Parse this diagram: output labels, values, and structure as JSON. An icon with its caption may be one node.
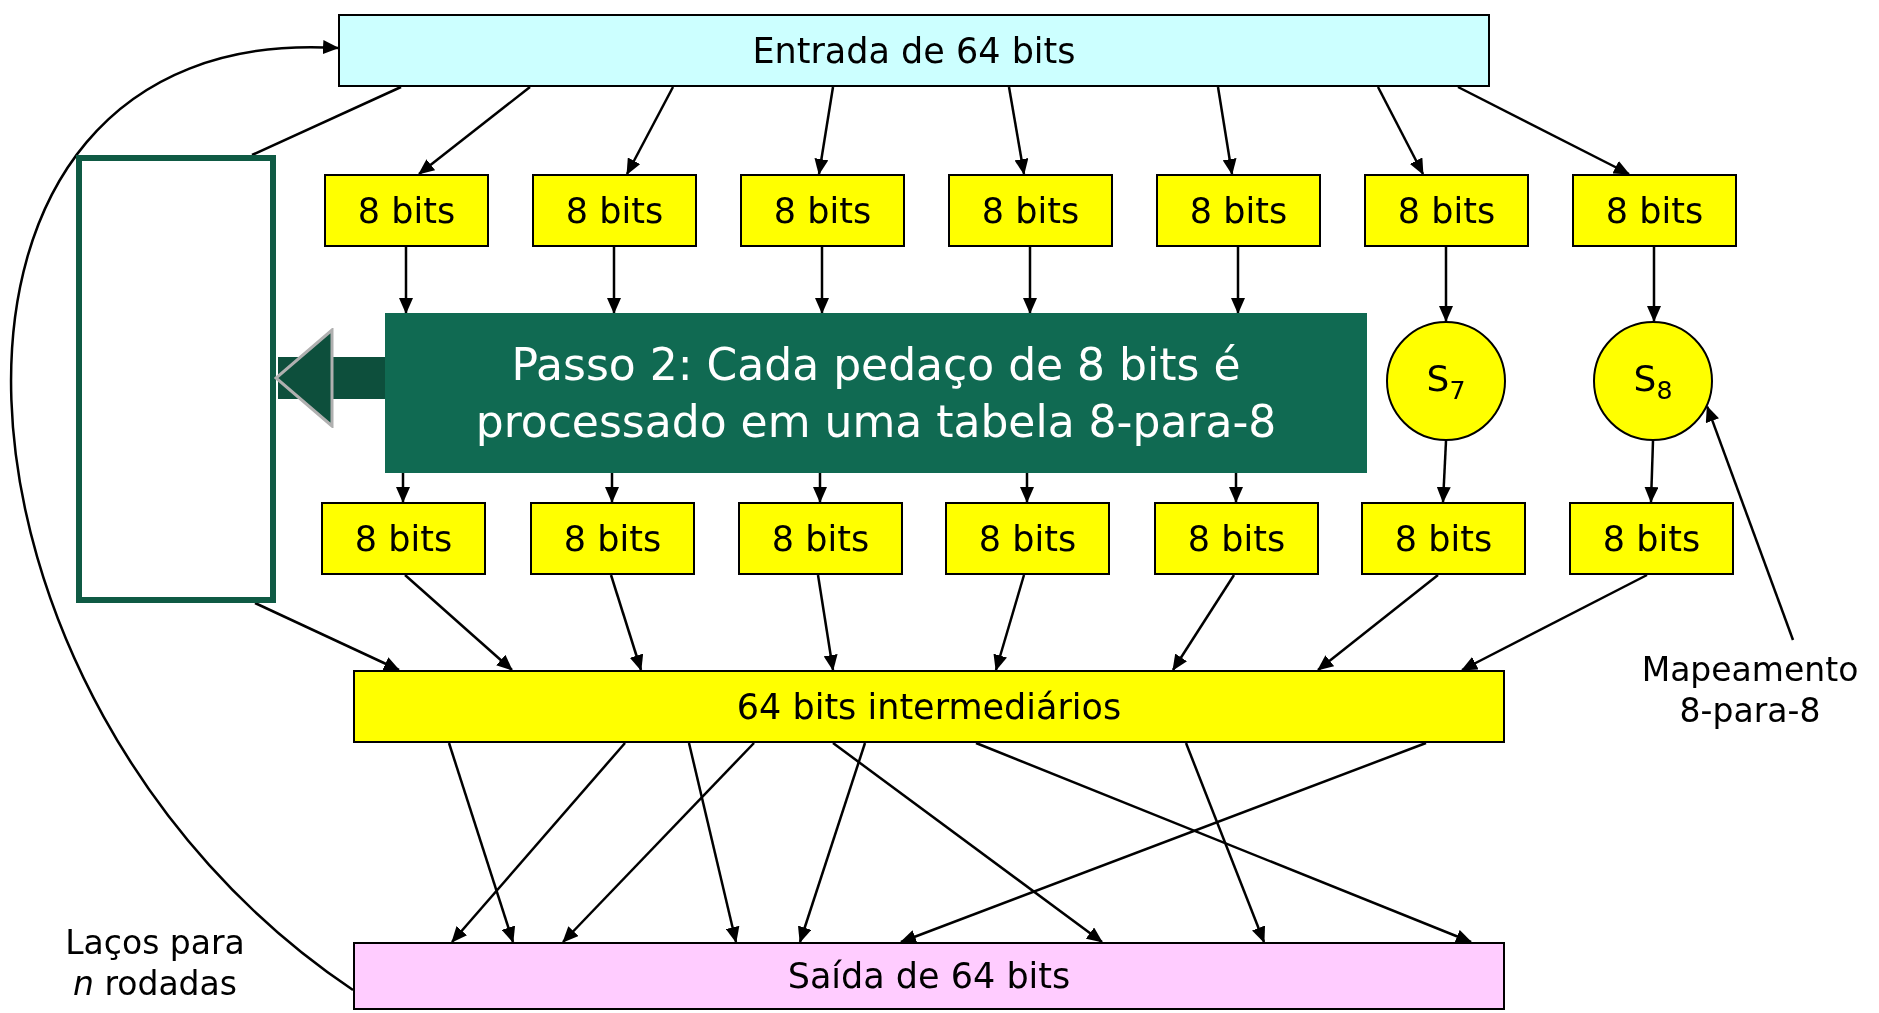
{
  "diagram": {
    "nodes": [
      {
        "text": [
          "Entrada de 64 bits"
        ]
      },
      {
        "text": [],
        "shape": "box"
      },
      {
        "text": [
          "8 bits"
        ]
      },
      {
        "text": [
          "8 bits"
        ]
      },
      {
        "text": [
          "8 bits"
        ]
      },
      {
        "text": [
          "8 bits"
        ]
      },
      {
        "text": [
          "8 bits"
        ]
      },
      {
        "text": [
          "8 bits"
        ]
      },
      {
        "text": [
          "8 bits"
        ]
      },
      {
        "text": [
          "Passo 2: Cada pedaço de 8 bits é processado em uma tabela 8-para-8"
        ]
      },
      {
        "text": [
          "S$_{7}$"
        ]
      },
      {
        "text": [
          "S$_{8}$"
        ]
      },
      {
        "text": [
          "8 bits"
        ]
      },
      {
        "text": [
          "8 bits"
        ]
      },
      {
        "text": [
          "8 bits"
        ]
      },
      {
        "text": [
          "8 bits"
        ]
      },
      {
        "text": [
          "8 bits"
        ]
      },
      {
        "text": [
          "8 bits"
        ]
      },
      {
        "text": [
          "8 bits"
        ]
      },
      {
        "text": [
          "Mapeamento 8-para-8"
        ]
      },
      {
        "text": [
          "64 bits intermediários"
        ]
      },
      {
        "text": [
          "Saída de 64 bits"
        ]
      }
    ],
    "edges": [
      {
        "from": 0,
        "to": 1,
        "arrow": "none"
      },
      {
        "from": 0,
        "to": 2,
        "arrow": "to"
      },
      {
        "from": 0,
        "to": 3,
        "arrow": "to"
      },
      {
        "from": 0,
        "to": 4,
        "arrow": "to"
      },
      {
        "from": 0,
        "to": 5,
        "arrow": "to"
      },
      {
        "from": 0,
        "to": 6,
        "arrow": "to"
      },
      {
        "from": 0,
        "to": 7,
        "arrow": "to"
      },
      {
        "from": 0,
        "to": 8,
        "arrow": "to"
      },
      {
        "from": 2,
        "to": 9,
        "arrow": "to"
      },
      {
        "from": 3,
        "to": 9,
        "arrow": "to"
      },
      {
        "from": 4,
        "to": 9,
        "arrow": "to"
      },
      {
        "from": 5,
        "to": 9,
        "arrow": "to"
      },
      {
        "from": 6,
        "to": 9,
        "arrow": "to"
      },
      {
        "from": 7,
        "to": 10,
        "arrow": "to"
      },
      {
        "from": 8,
        "to": 11,
        "arrow": "to"
      },
      {
        "from": 9,
        "to": 12,
        "arrow": "to"
      },
      {
        "from": 9,
        "to": 13,
        "arrow": "to"
      },
      {
        "from": 9,
        "to": 14,
        "arrow": "to"
      },
      {
        "from": 9,
        "to": 15,
        "arrow": "to"
      },
      {
        "from": 9,
        "to": 16,
        "arrow": "to"
      },
      {
        "from": 10,
        "to": 17,
        "arrow": "to"
      },
      {
        "from": 11,
        "to": 18,
        "arrow": "to"
      },
      {
        "from": 1,
        "to": 20,
        "arrow": "to"
      },
      {
        "from": 12,
        "to": 20,
        "arrow": "to"
      },
      {
        "from": 13,
        "to": 20,
        "arrow": "to"
      },
      {
        "from": 14,
        "to": 20,
        "arrow": "to"
      },
      {
        "from": 15,
        "to": 20,
        "arrow": "to"
      },
      {
        "from": 16,
        "to": 20,
        "arrow": "to"
      },
      {
        "from": 17,
        "to": 20,
        "arrow": "to"
      },
      {
        "from": 18,
        "to": 20,
        "arrow": "to"
      },
      {
        "from": 20,
        "to": 21,
        "arrow": "to"
      },
      {
        "from": 20,
        "to": 21,
        "arrow": "to"
      },
      {
        "from": 20,
        "to": 21,
        "arrow": "to"
      },
      {
        "from": 20,
        "to": 21,
        "arrow": "to"
      },
      {
        "from": 20,
        "to": 21,
        "arrow": "to"
      },
      {
        "from": 20,
        "to": 21,
        "arrow": "to"
      },
      {
        "from": 20,
        "to": 21,
        "arrow": "to"
      },
      {
        "from": 20,
        "to": 21,
        "arrow": "to"
      },
      {
        "from": 20,
        "to": 21,
        "arrow": "to"
      },
      {
        "from": 21,
        "to": 0,
        "arrow": "to"
      },
      {
        "from": 19,
        "to": 11,
        "arrow": "to"
      },
      {
        "from": 9,
        "to": 1,
        "arrow": "to",
        "style": "thick",
        "color": "#0d4f3c"
      }
    ],
    "labels": [
      "Laços para *n* rodadas"
    ]
  }
}
